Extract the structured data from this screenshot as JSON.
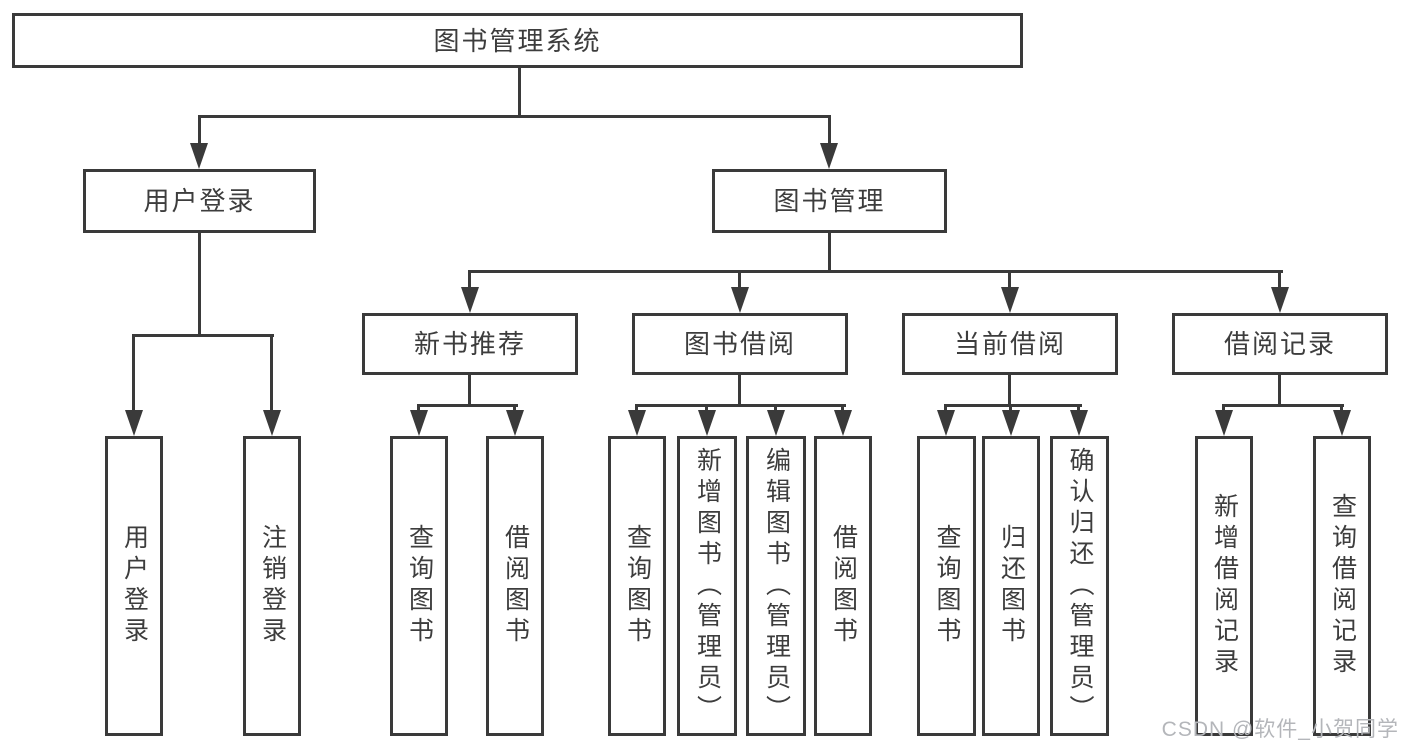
{
  "tree": {
    "label": "图书管理系统",
    "children": [
      {
        "label": "用户登录",
        "children": [
          {
            "label": "用户登录"
          },
          {
            "label": "注销登录"
          }
        ]
      },
      {
        "label": "图书管理",
        "children": [
          {
            "label": "新书推荐",
            "children": [
              {
                "label": "查询图书"
              },
              {
                "label": "借阅图书"
              }
            ]
          },
          {
            "label": "图书借阅",
            "children": [
              {
                "label": "查询图书"
              },
              {
                "label": "新增图书（管理员）"
              },
              {
                "label": "编辑图书（管理员）"
              },
              {
                "label": "借阅图书"
              }
            ]
          },
          {
            "label": "当前借阅",
            "children": [
              {
                "label": "查询图书"
              },
              {
                "label": "归还图书"
              },
              {
                "label": "确认归还（管理员）"
              }
            ]
          },
          {
            "label": "借阅记录",
            "children": [
              {
                "label": "新增借阅记录"
              },
              {
                "label": "查询借阅记录"
              }
            ]
          }
        ]
      }
    ]
  },
  "watermark": "CSDN @软件_小贺同学",
  "colors": {
    "line": "#3a3a3a",
    "text": "#3d3d3d",
    "box_background": "#ffffff",
    "page_background": "#ffffff",
    "watermark": "#b4b6ba"
  }
}
